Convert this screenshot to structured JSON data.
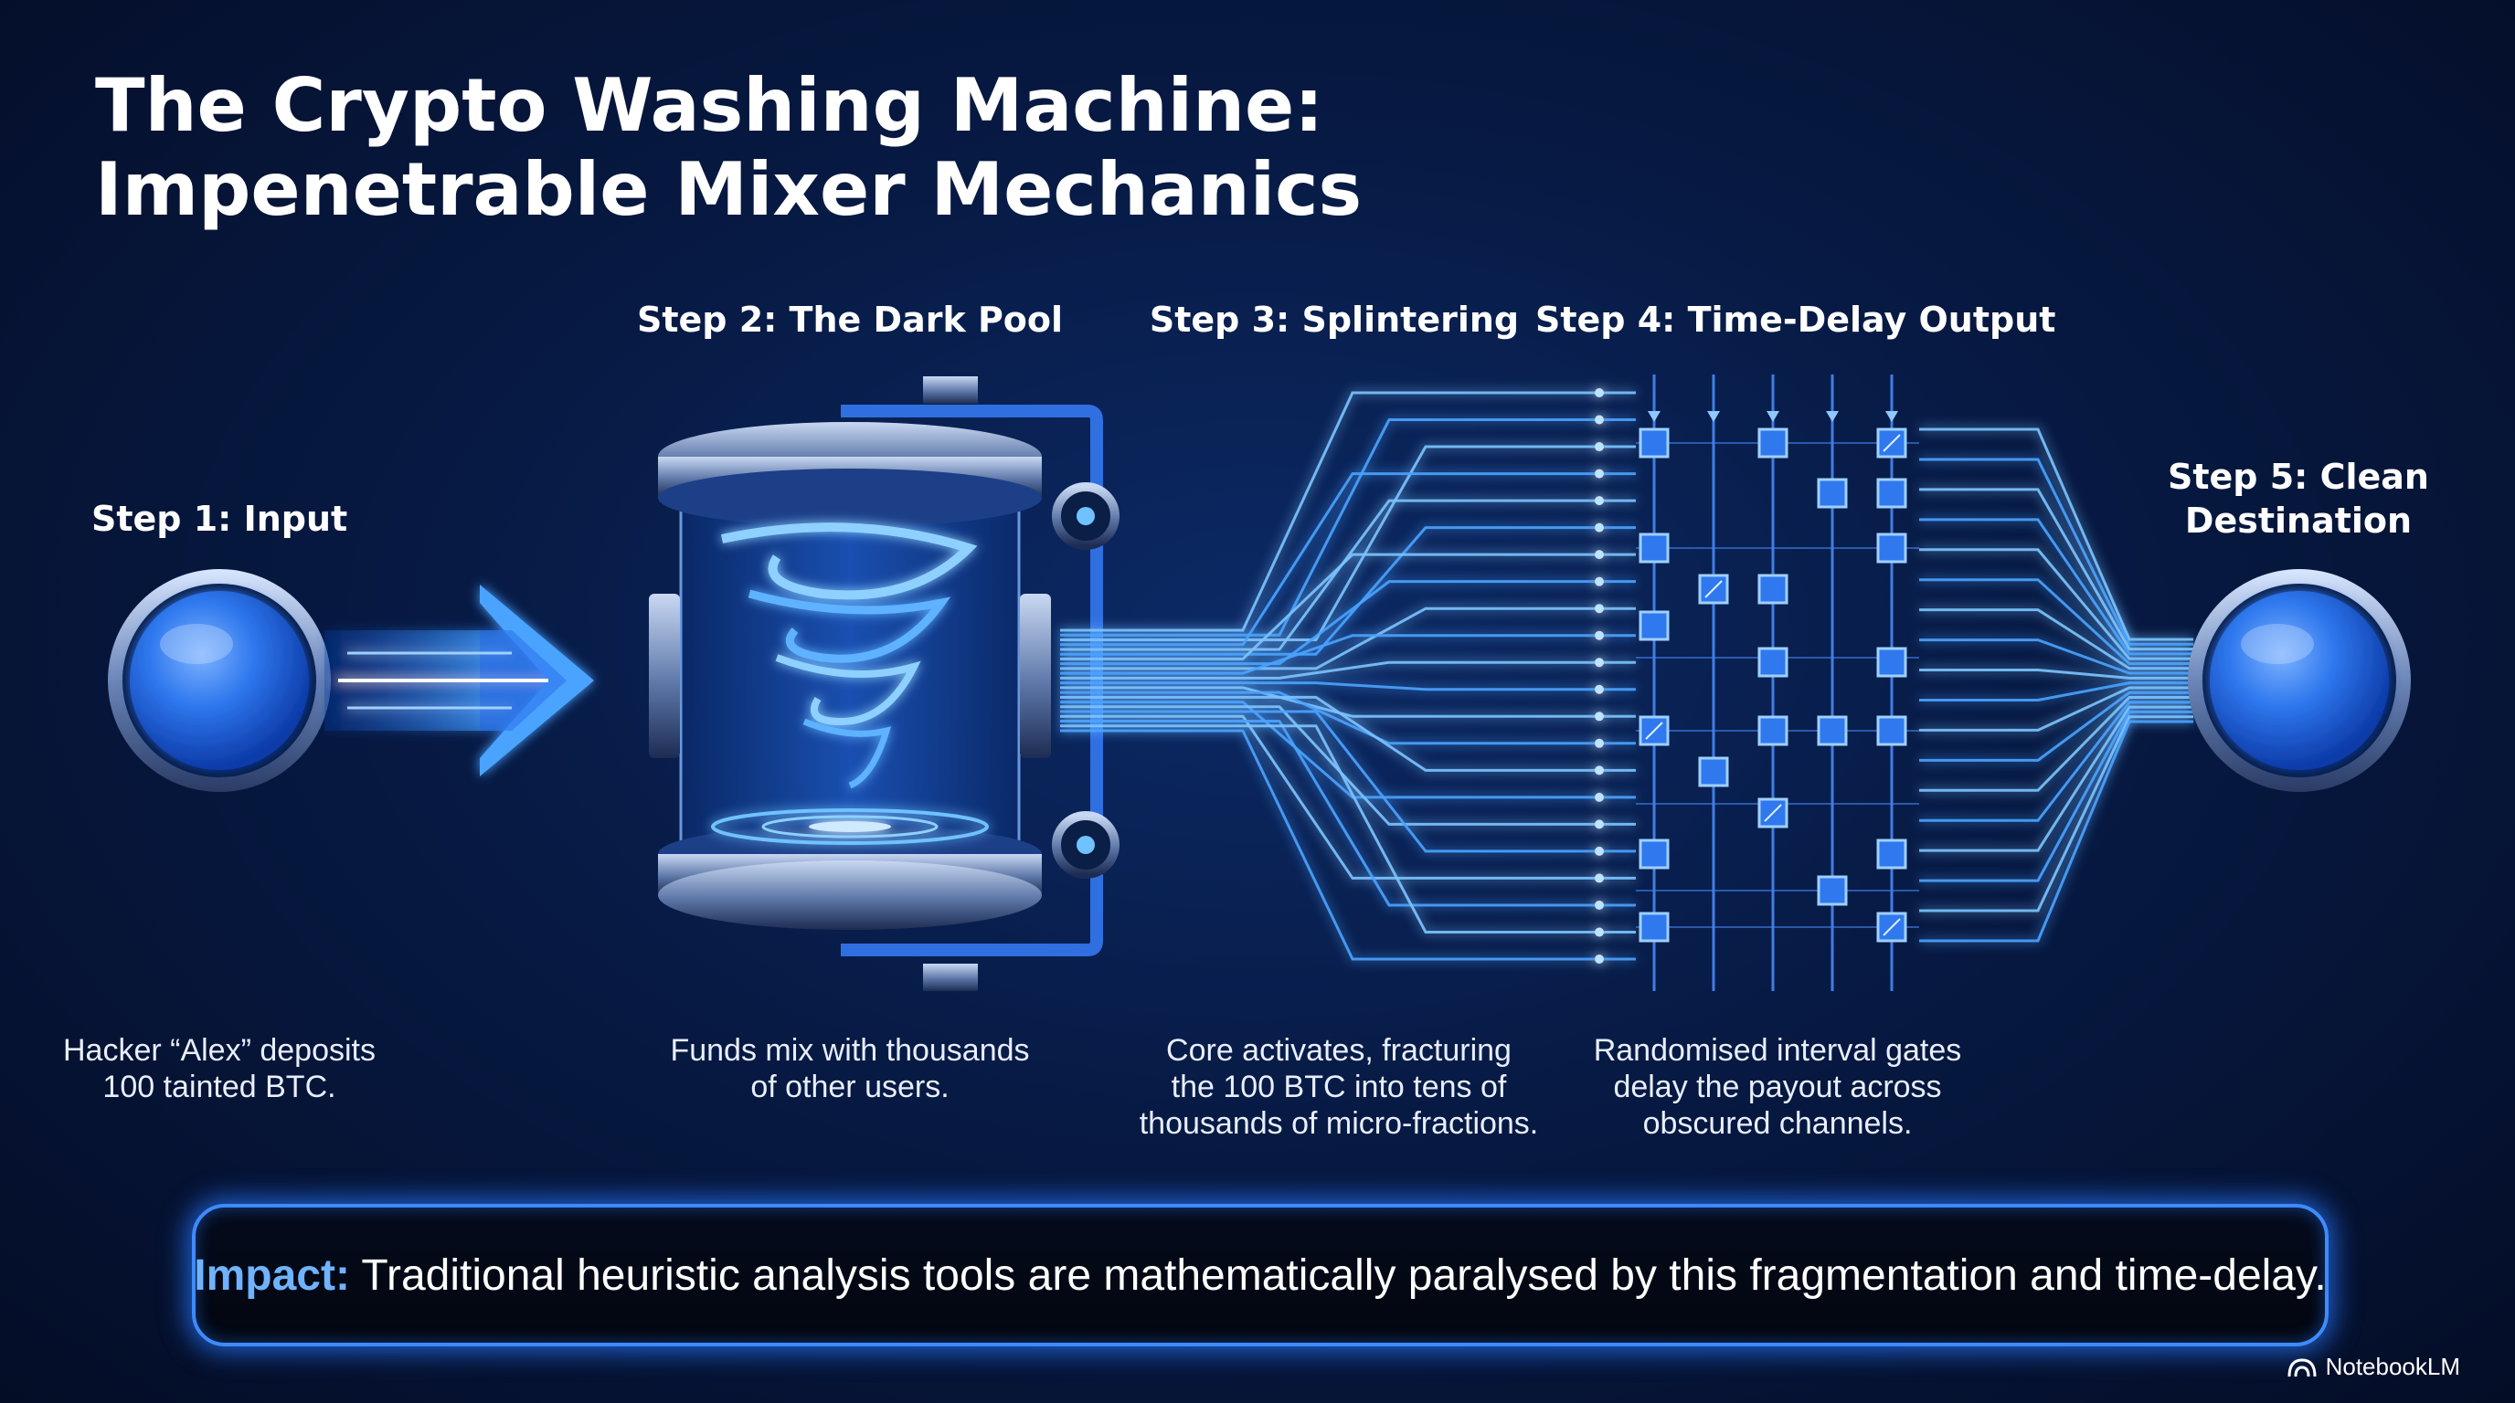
{
  "title": {
    "line1": "The Crypto Washing Machine:",
    "line2": "Impenetrable Mixer Mechanics"
  },
  "steps": [
    {
      "label_line1": "Step 1: Input",
      "label_line2": "",
      "desc_line1": "Hacker “Alex” deposits",
      "desc_line2": "100 tainted BTC.",
      "desc_line3": ""
    },
    {
      "label_line1": "Step 2: The Dark Pool",
      "label_line2": "",
      "desc_line1": "Funds mix with thousands",
      "desc_line2": "of other users.",
      "desc_line3": ""
    },
    {
      "label_line1": "Step 3: Splintering",
      "label_line2": "",
      "desc_line1": "Core activates, fracturing",
      "desc_line2": "the 100 BTC into tens of",
      "desc_line3": "thousands of micro-fractions."
    },
    {
      "label_line1": "Step 4: Time-Delay Output",
      "label_line2": "",
      "desc_line1": "Randomised interval gates",
      "desc_line2": "delay the payout across",
      "desc_line3": "obscured channels."
    },
    {
      "label_line1": "Step 5: Clean",
      "label_line2": "Destination",
      "desc_line1": "",
      "desc_line2": "",
      "desc_line3": ""
    }
  ],
  "impact": {
    "key": "Impact:",
    "text": " Traditional heuristic analysis tools are mathematically paralysed by this fragmentation and time-delay."
  },
  "brand": {
    "name": "NotebookLM",
    "icon": "notebooklm-logo-icon"
  },
  "colors": {
    "background": "#071a44",
    "accent": "#3d8bff",
    "glow": "#6fc2ff",
    "node": "#2f78ee",
    "impact_key": "#6fb3ff"
  }
}
